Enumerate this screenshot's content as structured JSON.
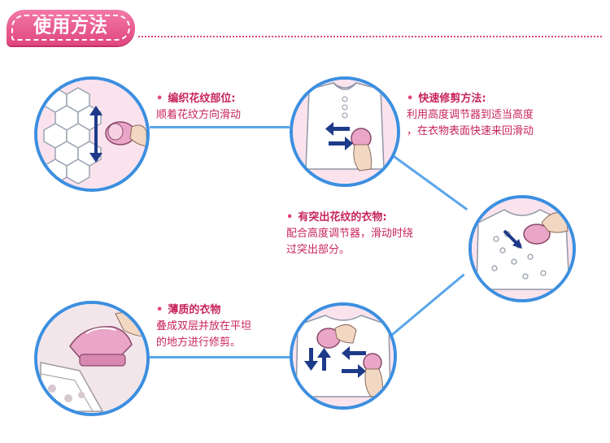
{
  "header": {
    "title": "使用方法"
  },
  "steps": [
    {
      "title": "编织花纹部位:",
      "lines": [
        "顺着花纹方向滑动"
      ]
    },
    {
      "title": "快速修剪方法:",
      "lines": [
        "利用高度调节器到适当高度",
        "，在衣物表面快速来回滑动"
      ]
    },
    {
      "title": "有突出花纹的衣物:",
      "lines": [
        "配合高度调节器，滑动时绕",
        "过突出部分。"
      ]
    },
    {
      "title": "薄质的衣物",
      "lines": [
        "叠成双层并放在平坦",
        "的地方进行修剪。"
      ]
    }
  ],
  "colors": {
    "accent": "#e0457f",
    "text": "#c8245c",
    "circle_border": "#3c8fe0",
    "line": "#5aa6ea",
    "arrow": "#1e3a8a",
    "device": "#e9a6c8"
  }
}
